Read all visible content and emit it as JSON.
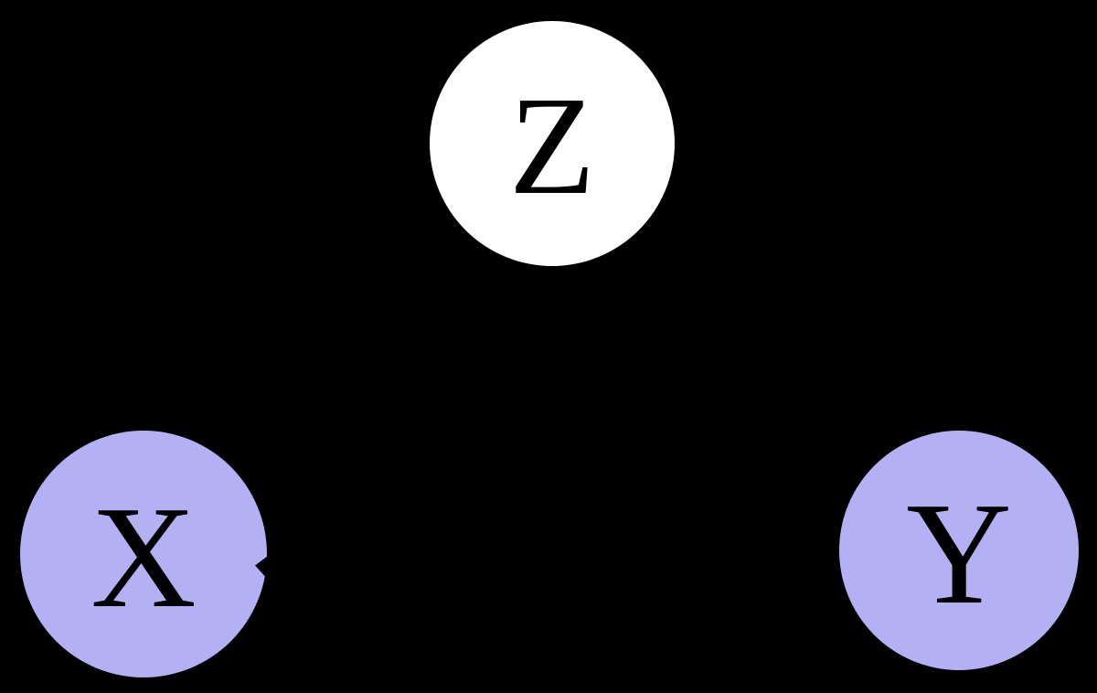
{
  "page": {
    "background_color": "#000000"
  },
  "diagram": {
    "type": "graph",
    "nodes": [
      {
        "id": "Z",
        "label": "Z",
        "fill_color": "#ffffff",
        "label_color": "#000000",
        "position": "top-center"
      },
      {
        "id": "X",
        "label": "X",
        "fill_color": "#b3b1f4",
        "label_color": "#000000",
        "position": "bottom-left"
      },
      {
        "id": "Y",
        "label": "Y",
        "fill_color": "#b3b1f4",
        "label_color": "#000000",
        "position": "bottom-right"
      }
    ],
    "artifacts": [
      {
        "name": "black-arrowhead-notch",
        "on_node": "X",
        "location": "right-rim"
      }
    ]
  }
}
